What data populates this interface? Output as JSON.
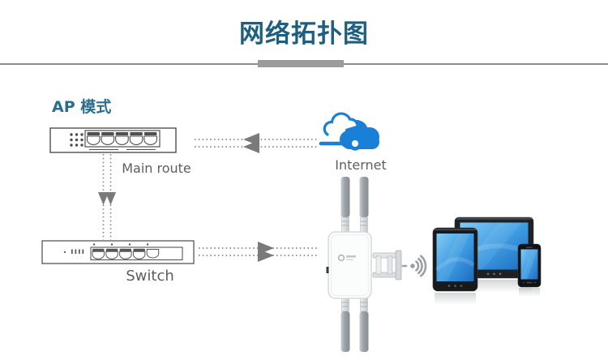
{
  "header": {
    "title": "网络拓扑图"
  },
  "diagram": {
    "mode_label": "AP 模式",
    "nodes": {
      "router": {
        "label": "Main route",
        "type": "router-rear-panel",
        "ports": 5
      },
      "switch": {
        "label": "Switch",
        "type": "switch-front-panel",
        "ports": 5
      },
      "internet": {
        "label": "Internet",
        "type": "cloud"
      },
      "access_point": {
        "type": "outdoor-wireless-ap",
        "antennas": 4,
        "mount": "pole-bracket"
      },
      "clients": {
        "type": "client-devices",
        "devices": [
          "tablet-landscape",
          "tablet-portrait",
          "smartphone"
        ]
      }
    },
    "connections": [
      {
        "from": "internet",
        "to": "router",
        "line": "dotted",
        "lines": 2,
        "arrow_direction": "left-toward-router"
      },
      {
        "from": "router",
        "to": "switch",
        "line": "dotted",
        "lines": 2,
        "arrow_direction": "down-toward-switch"
      },
      {
        "from": "switch",
        "to": "access_point",
        "line": "dotted",
        "lines": 2,
        "arrow_direction": "right-toward-access-point"
      },
      {
        "from": "access_point",
        "to": "clients",
        "line": "wireless-signal"
      }
    ],
    "icons": [
      "internet-cloud-icon",
      "wifi-signal-icon",
      "router-icon",
      "switch-icon",
      "access-point-icon",
      "client-devices-icon"
    ]
  },
  "colors": {
    "title_teal": "#1e5f80",
    "mode_teal": "#2a6e8e",
    "label_gray": "#5e5e5e",
    "divider_gray": "#8c8c8c",
    "dotted_line_gray": "#8c8c8c",
    "arrow_gray": "#7a7a7a",
    "cloud_blue": "#1a7fd6",
    "device_outline_gray": "#4f4f4f",
    "antenna_gray": "#9aa0a6",
    "screen_blue": "#3f9de2"
  }
}
